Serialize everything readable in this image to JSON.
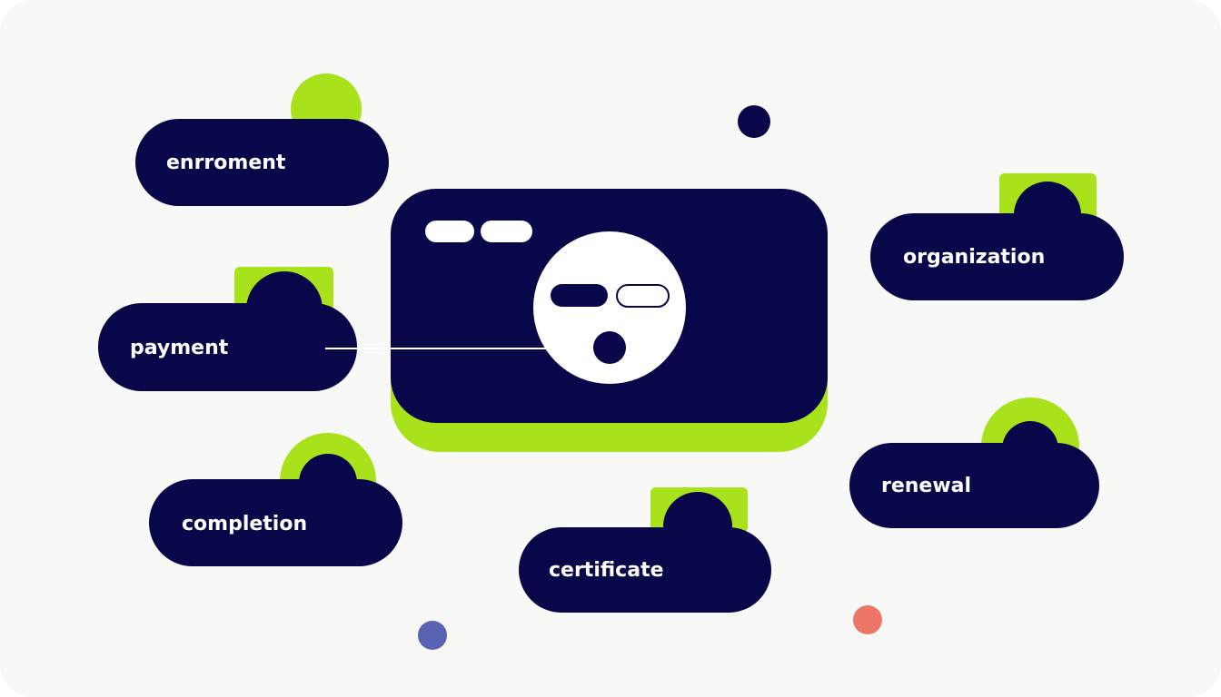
{
  "colors": {
    "background": "#f8f8f6",
    "navy": "#07074a",
    "lime": "#a8e21a",
    "white": "#ffffff",
    "dot_violet": "#5a62b4",
    "dot_coral": "#ee7666"
  },
  "labels": {
    "enrollment": "enrroment",
    "payment": "payment",
    "completion": "completion",
    "organization": "organization",
    "renewal": "renewal",
    "certificate": "certificate"
  }
}
